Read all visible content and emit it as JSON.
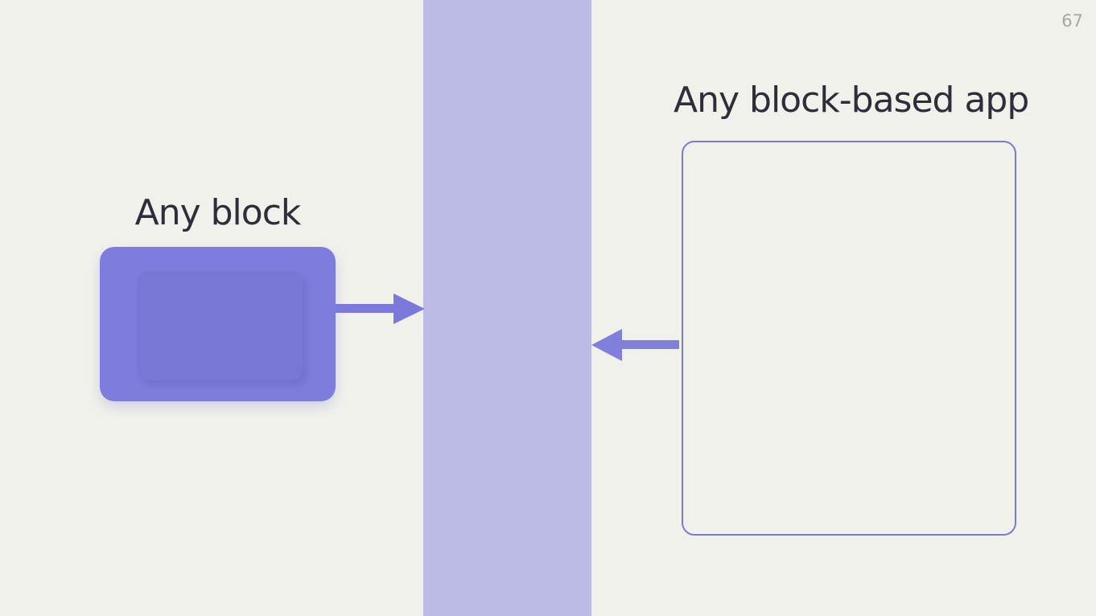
{
  "slide": {
    "page_number": "67",
    "background_color": "#f1f1ec",
    "band_color": "#bcbbe6",
    "accent_color": "#7b79da",
    "text_color": "#2e2e3b",
    "left": {
      "title": "Any block",
      "block_color": "#7e7cdc"
    },
    "right": {
      "title": "Any block-based app",
      "box_border_color": "#7b79d8"
    },
    "icons": {
      "arrow_right": "arrow-right-icon",
      "arrow_left": "arrow-left-icon"
    }
  }
}
